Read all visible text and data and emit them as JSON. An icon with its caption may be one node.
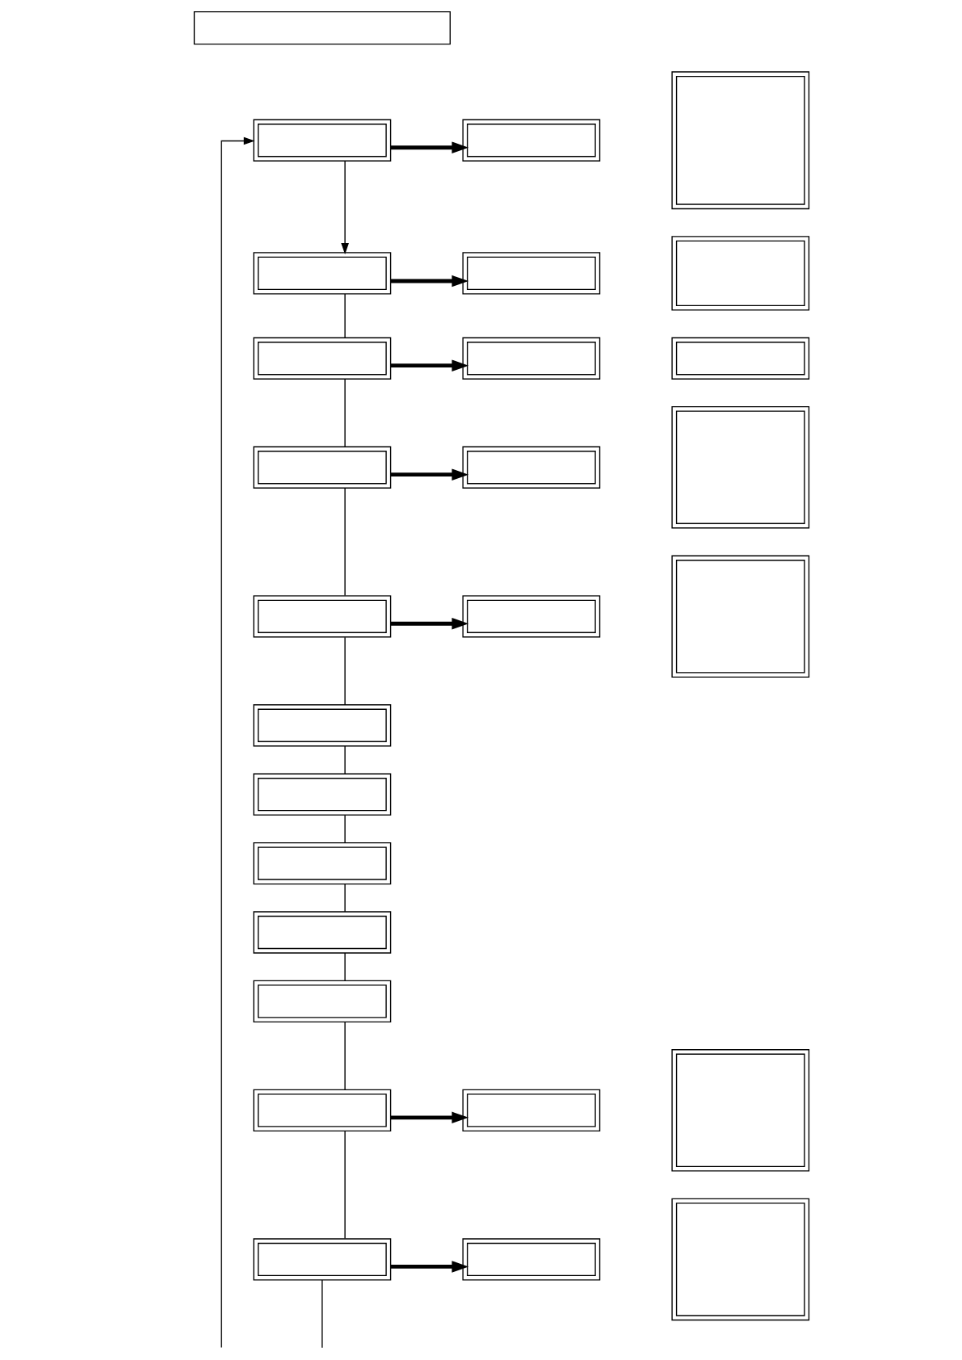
{
  "diagram": {
    "nodes": [
      {
        "text": [],
        "shape": "box"
      },
      {
        "text": [],
        "shape": "box"
      },
      {
        "text": [],
        "shape": "box"
      },
      {
        "text": [],
        "shape": "box"
      },
      {
        "text": [],
        "shape": "box"
      },
      {
        "text": [],
        "shape": "box"
      },
      {
        "text": [],
        "shape": "box"
      },
      {
        "text": [],
        "shape": "box"
      },
      {
        "text": [],
        "shape": "box"
      },
      {
        "text": [],
        "shape": "box"
      },
      {
        "text": [],
        "shape": "box"
      },
      {
        "text": [],
        "shape": "box"
      },
      {
        "text": [],
        "shape": "box"
      },
      {
        "text": [],
        "shape": "box"
      },
      {
        "text": [],
        "shape": "box"
      },
      {
        "text": [],
        "shape": "box"
      },
      {
        "text": [],
        "shape": "box"
      },
      {
        "text": [],
        "shape": "box"
      },
      {
        "text": [],
        "shape": "box"
      },
      {
        "text": [],
        "shape": "box"
      },
      {
        "text": [],
        "shape": "box"
      },
      {
        "text": [],
        "shape": "box"
      },
      {
        "text": [],
        "shape": "box"
      },
      {
        "text": [],
        "shape": "box"
      },
      {
        "text": [],
        "shape": "box"
      },
      {
        "text": [],
        "shape": "box"
      },
      {
        "text": [],
        "shape": "box"
      }
    ],
    "edges": [
      {
        "from": 1,
        "to": 2,
        "arrow": "to",
        "style": "thick"
      },
      {
        "from": 1,
        "to": 4,
        "arrow": "to"
      },
      {
        "from": 4,
        "to": 5,
        "arrow": "to",
        "style": "thick"
      },
      {
        "from": 4,
        "to": 7,
        "arrow": "none"
      },
      {
        "from": 7,
        "to": 8,
        "arrow": "to",
        "style": "thick"
      },
      {
        "from": 7,
        "to": 10,
        "arrow": "none"
      },
      {
        "from": 10,
        "to": 11,
        "arrow": "to",
        "style": "thick"
      },
      {
        "from": 10,
        "to": 13,
        "arrow": "none"
      },
      {
        "from": 13,
        "to": 14,
        "arrow": "to",
        "style": "thick"
      },
      {
        "from": 13,
        "to": 16,
        "arrow": "none"
      },
      {
        "from": 16,
        "to": 17,
        "arrow": "none"
      },
      {
        "from": 17,
        "to": 18,
        "arrow": "none"
      },
      {
        "from": 18,
        "to": 19,
        "arrow": "none"
      },
      {
        "from": 19,
        "to": 20,
        "arrow": "none"
      },
      {
        "from": 20,
        "to": 21,
        "arrow": "none"
      },
      {
        "from": 21,
        "to": 22,
        "arrow": "to",
        "style": "thick"
      },
      {
        "from": 21,
        "to": 24,
        "arrow": "none"
      },
      {
        "from": 24,
        "to": 25,
        "arrow": "to",
        "style": "thick"
      },
      {
        "from": 24,
        "to": null,
        "arrow": "none"
      },
      {
        "from": null,
        "to": 1,
        "arrow": "to"
      }
    ]
  }
}
